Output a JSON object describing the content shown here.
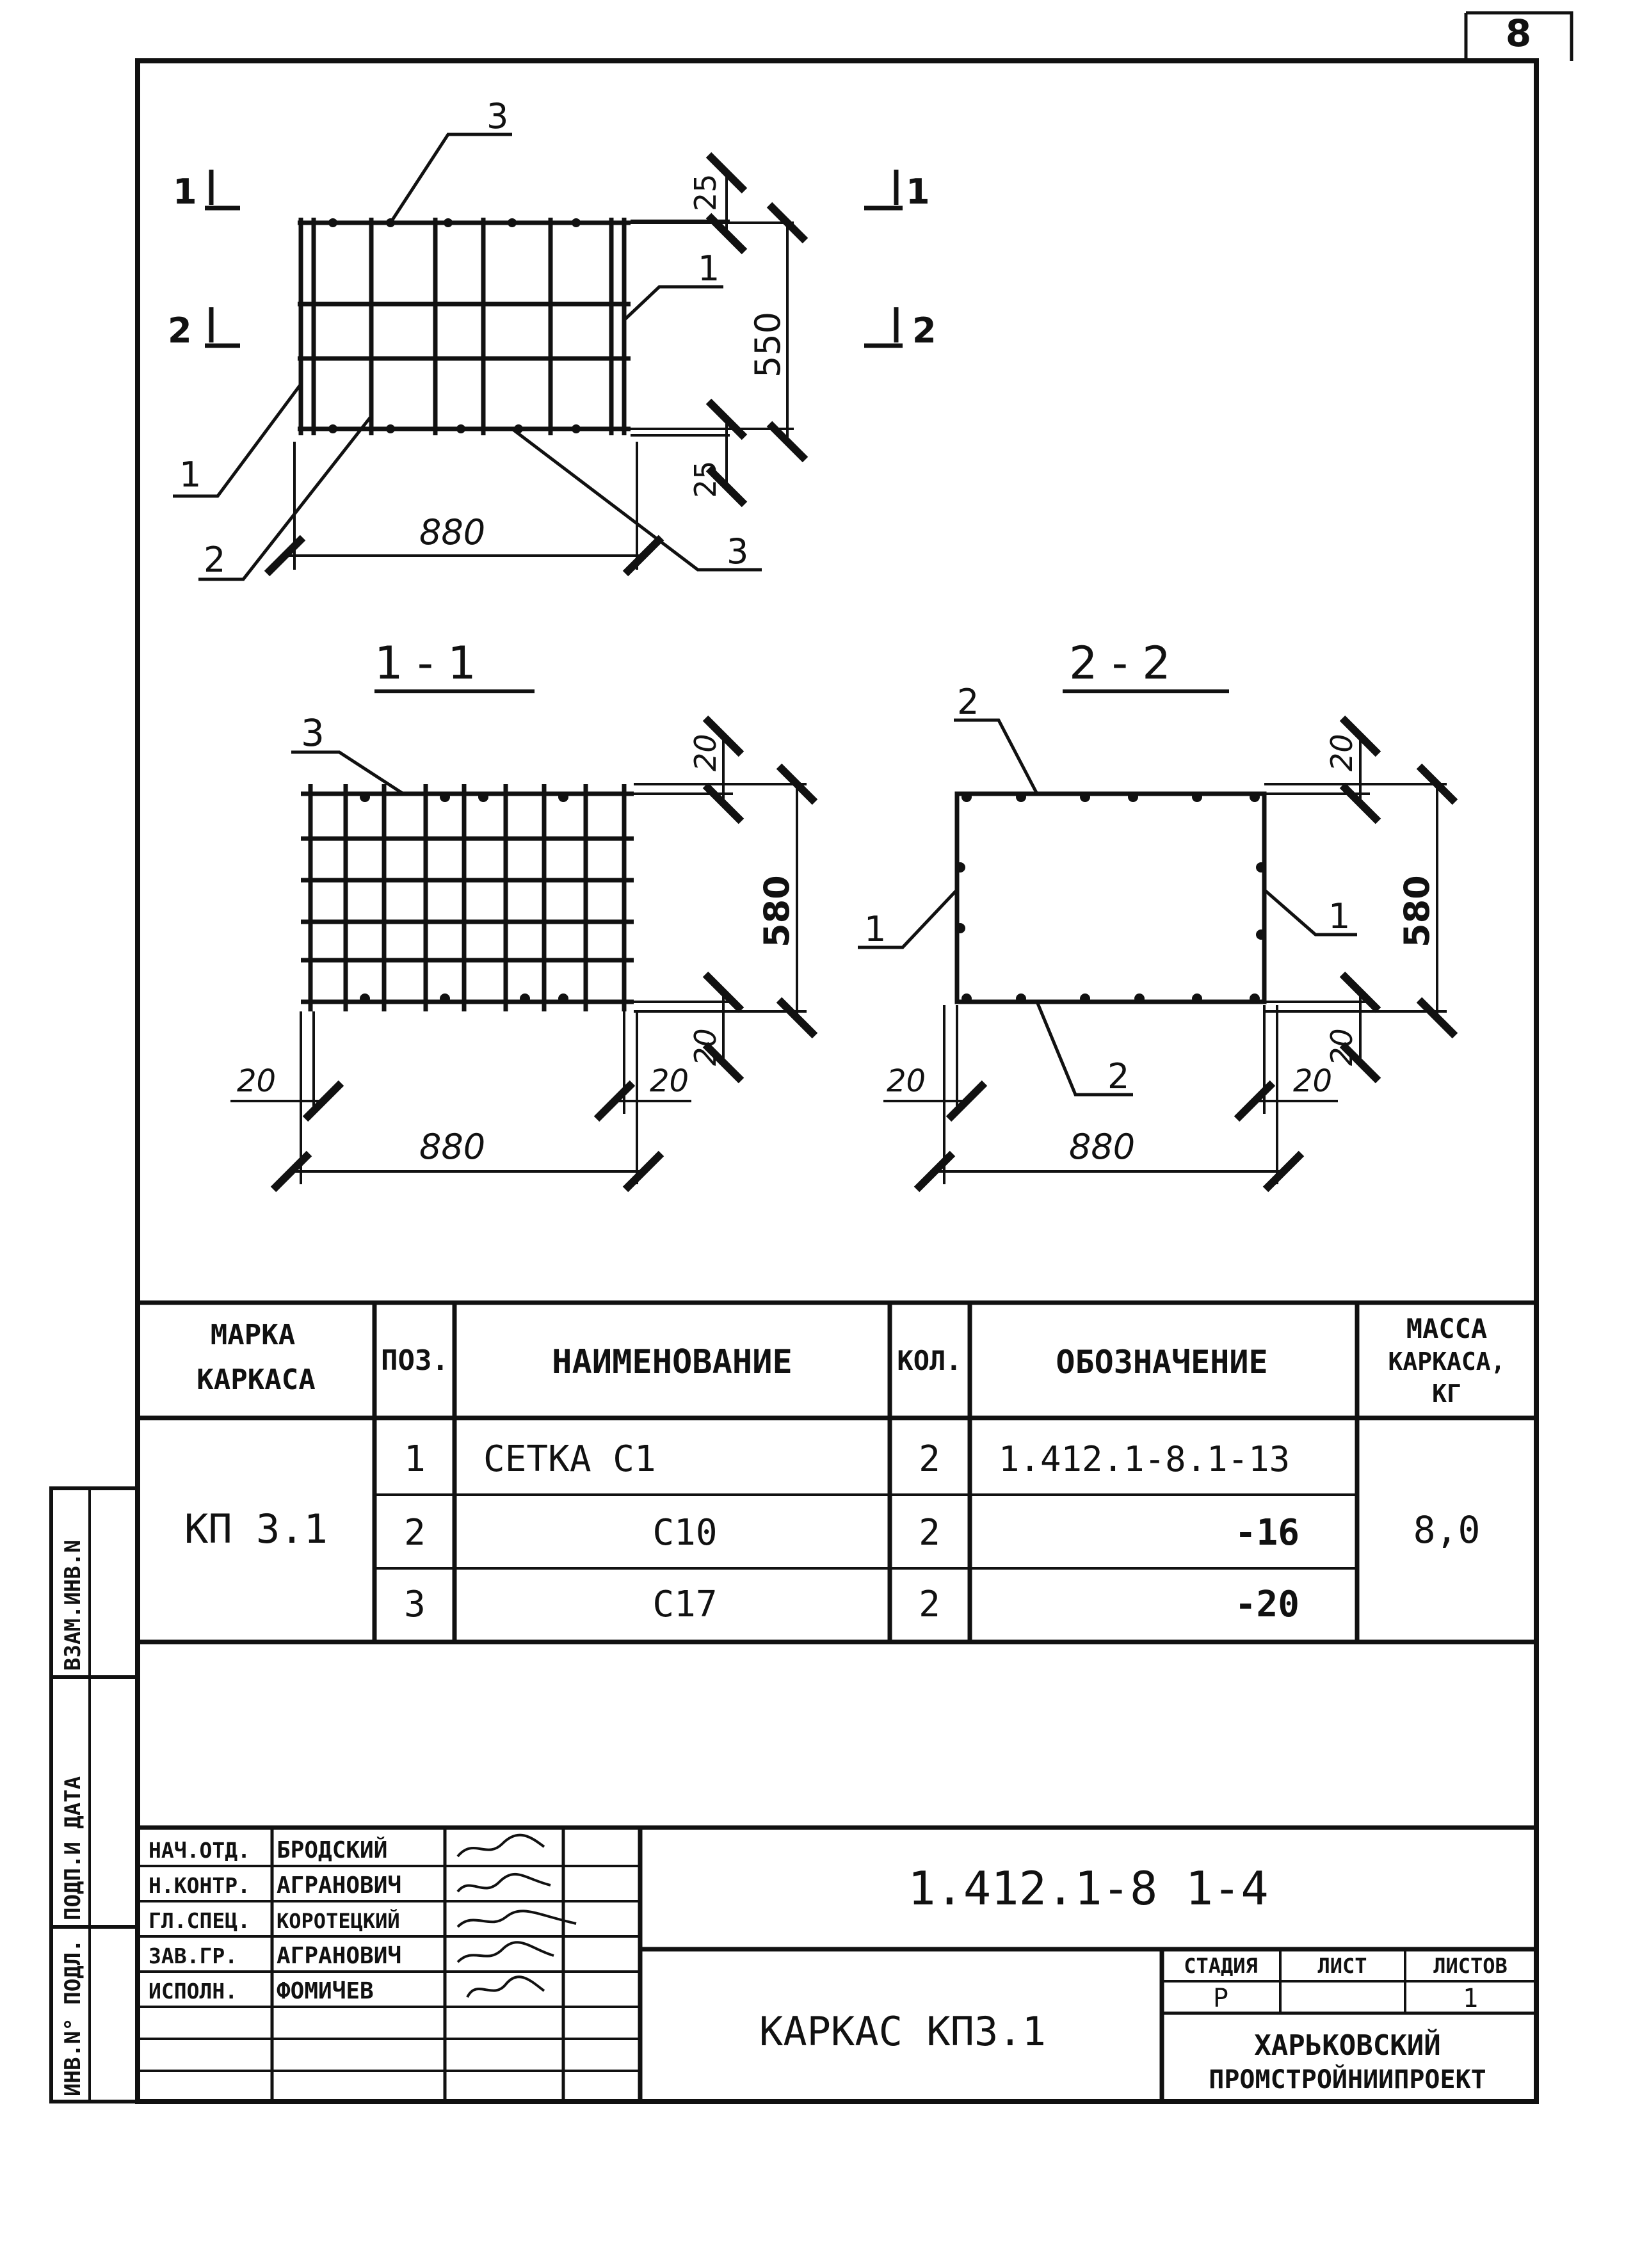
{
  "sheet_number": "8",
  "section_marks": {
    "s1_left": "1",
    "s1_right": "1",
    "s2_left": "2",
    "s2_right": "2"
  },
  "plan": {
    "callout_top": "3",
    "callout_right": "1",
    "callout_left_1": "1",
    "callout_left_2": "2",
    "callout_bottom_right": "3",
    "dim_top": "25",
    "dim_height": "550",
    "dim_bottom": "25",
    "dim_width": "880"
  },
  "section_1": {
    "title": "1 - 1",
    "callout": "3",
    "dim_top": "20",
    "dim_height": "580",
    "dim_bottom": "20",
    "dim_left": "20",
    "dim_right": "20",
    "dim_width": "880"
  },
  "section_2": {
    "title": "2 - 2",
    "callout_top": "2",
    "callout_left": "1",
    "callout_right": "1",
    "callout_bottom": "2",
    "dim_top": "20",
    "dim_height": "580",
    "dim_bottom": "20",
    "dim_left": "20",
    "dim_right": "20",
    "dim_width": "880"
  },
  "spec_table": {
    "headers": {
      "mark_line1": "МАРКА",
      "mark_line2": "КАРКАСА",
      "pos": "ПОЗ.",
      "name": "НАИМЕНОВАНИЕ",
      "qty": "КОЛ.",
      "designation": "ОБОЗНАЧЕНИЕ",
      "mass_line1": "МАССА",
      "mass_line2": "КАРКАСА,",
      "mass_line3": "КГ"
    },
    "mark": "КП 3.1",
    "mass": "8,0",
    "rows": [
      {
        "pos": "1",
        "name": "СЕТКА С1",
        "qty": "2",
        "designation": "1.412.1-8.1-13"
      },
      {
        "pos": "2",
        "name": "С10",
        "qty": "2",
        "designation": "-16"
      },
      {
        "pos": "3",
        "name": "С17",
        "qty": "2",
        "designation": "-20"
      }
    ]
  },
  "side_stamp": {
    "field1": "ВЗАМ.ИНВ.N",
    "field2": "ПОДП.И ДАТА",
    "field3": "ИНВ.N° ПОДЛ."
  },
  "title_block": {
    "signers": [
      {
        "role": "НАЧ.ОТД.",
        "name": "БРОДСКИЙ"
      },
      {
        "role": "Н.КОНТР.",
        "name": "АГРАНОВИЧ"
      },
      {
        "role": "ГЛ.СПЕЦ.",
        "name": "КОРОТЕЦКИЙ"
      },
      {
        "role": "ЗАВ.ГР.",
        "name": "АГРАНОВИЧ"
      },
      {
        "role": "ИСПОЛН.",
        "name": "ФОМИЧЕВ"
      }
    ],
    "document_code": "1.412.1-8 1-4",
    "drawing_title": "КАРКАС КП3.1",
    "stage_label": "СТАДИЯ",
    "sheet_label": "ЛИСТ",
    "sheets_label": "ЛИСТОВ",
    "stage": "Р",
    "sheet": "",
    "sheets": "1",
    "org_line1": "ХАРЬКОВСКИЙ",
    "org_line2": "ПРОМСТРОЙНИИПРОЕКТ"
  }
}
